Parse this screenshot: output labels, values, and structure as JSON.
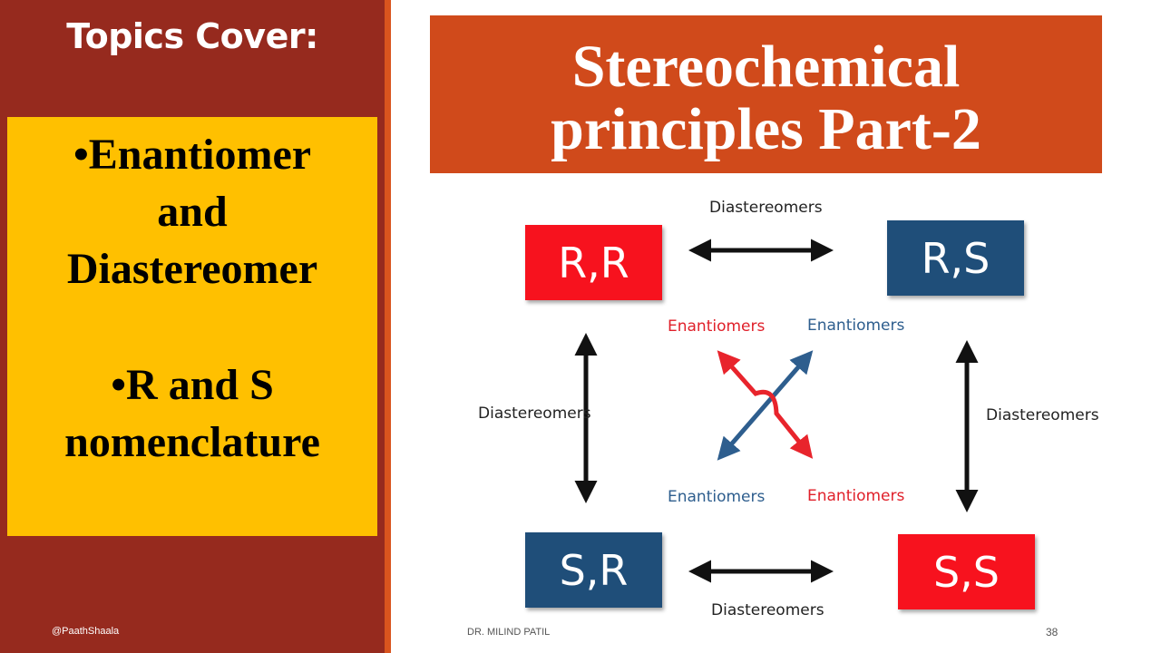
{
  "left_panel": {
    "title": "Topics Cover:",
    "bullets": [
      {
        "lines": [
          "•Enantiomer",
          "and",
          "Diastereomer"
        ]
      },
      {
        "lines": [
          "•R and S",
          "nomenclature"
        ]
      }
    ],
    "footer_left": "@PaathShaala"
  },
  "title": {
    "line1": "Stereochemical",
    "line2": "principles Part-2"
  },
  "diagram": {
    "boxes": {
      "rr": "R,R",
      "rs": "R,S",
      "sr": "S,R",
      "ss": "S,S"
    },
    "labels": {
      "top": "Diastereomers",
      "bottom": "Diastereomers",
      "left": "Diastereomers",
      "right": "Diastereomers",
      "enantio_top_left": "Enantiomers",
      "enantio_top_right": "Enantiomers",
      "enantio_bottom_left": "Enantiomers",
      "enantio_bottom_right": "Enantiomers"
    },
    "colors": {
      "red_box": "#f7121e",
      "blue_box": "#1f4e79",
      "red_text": "#e0202a",
      "blue_text": "#2e5e8e"
    }
  },
  "footer": {
    "author": "DR. MILIND PATIL",
    "page": "38"
  }
}
